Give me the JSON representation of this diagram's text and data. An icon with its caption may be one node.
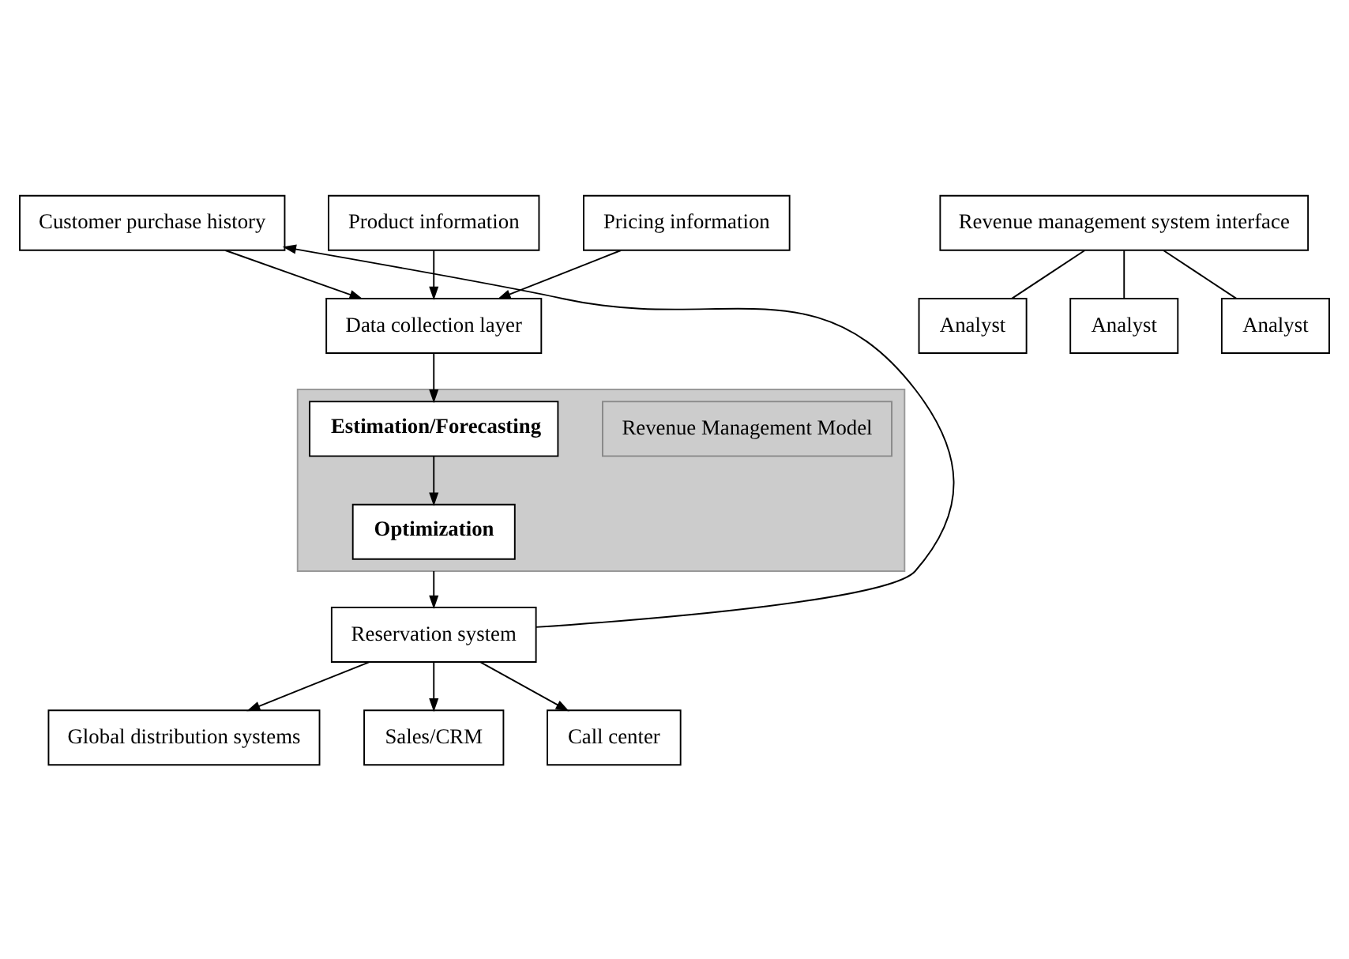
{
  "diagram": {
    "nodes": [
      {
        "text": [
          "Customer purchase history"
        ]
      },
      {
        "text": [
          "Product information"
        ]
      },
      {
        "text": [
          "Pricing information"
        ]
      },
      {
        "text": [
          "Data collection layer"
        ]
      },
      {
        "text": [],
        "shape": "box"
      },
      {
        "text": [
          "Revenue Management Model"
        ],
        "in": 4
      },
      {
        "text": [
          "Estimation/Forecasting"
        ],
        "in": 4
      },
      {
        "text": [
          "Optimization"
        ],
        "in": 4
      },
      {
        "text": [
          "Reservation system"
        ]
      },
      {
        "text": [
          "Global distribution systems"
        ]
      },
      {
        "text": [
          "Sales/CRM"
        ]
      },
      {
        "text": [
          "Call center"
        ]
      },
      {
        "text": [
          "Revenue management system interface"
        ]
      },
      {
        "text": [
          "Analyst"
        ]
      },
      {
        "text": [
          "Analyst"
        ]
      },
      {
        "text": [
          "Analyst"
        ]
      }
    ],
    "edges": [
      {
        "from": 0,
        "to": 3,
        "arrow": "to"
      },
      {
        "from": 1,
        "to": 3,
        "arrow": "to"
      },
      {
        "from": 2,
        "to": 3,
        "arrow": "to"
      },
      {
        "from": 3,
        "to": 6,
        "arrow": "to"
      },
      {
        "from": 6,
        "to": 7,
        "arrow": "to"
      },
      {
        "from": 4,
        "to": 8,
        "arrow": "to"
      },
      {
        "from": 8,
        "to": 0,
        "arrow": "to"
      },
      {
        "from": 8,
        "to": 9,
        "arrow": "to"
      },
      {
        "from": 8,
        "to": 10,
        "arrow": "to"
      },
      {
        "from": 8,
        "to": 11,
        "arrow": "to"
      },
      {
        "from": 12,
        "to": 13,
        "arrow": "none"
      },
      {
        "from": 12,
        "to": 14,
        "arrow": "none"
      },
      {
        "from": 12,
        "to": 15,
        "arrow": "none"
      }
    ]
  }
}
